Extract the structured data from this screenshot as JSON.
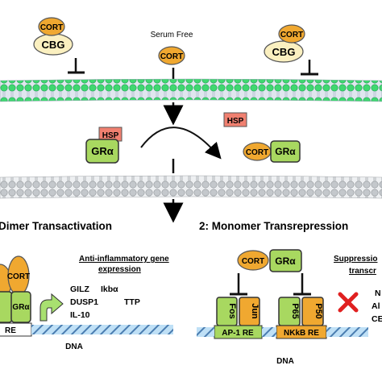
{
  "top": {
    "serum_free_label": "Serum Free",
    "left_complex": {
      "cort": "CORT",
      "cbg": "CBG"
    },
    "center_cort": "CORT",
    "right_complex": {
      "cort": "CORT",
      "cbg": "CBG"
    }
  },
  "cytoplasm": {
    "gr_label": "GRα",
    "hsp_label": "HSP",
    "hsp_free_label": "HSP",
    "product_cort": "CORT",
    "product_gr": "GRα"
  },
  "section1": {
    "title": "Dimer Transactivation",
    "cort": "CORT",
    "gr": "GRα",
    "gre": "RE",
    "gene_heading_1": "Anti-inflammatory gene",
    "gene_heading_2": "expression",
    "genes": [
      "GILZ",
      "Ikbα",
      "DUSP1",
      "TTP",
      "IL-10"
    ],
    "dna": "DNA"
  },
  "section2": {
    "title": "2: Monomer Transrepression",
    "cort": "CORT",
    "gr": "GRα",
    "fos": "Fos",
    "jun": "Jun",
    "p65": "P65",
    "p50": "P50",
    "ap1_re": "AP-1 RE",
    "nfkb_re": "NKkB RE",
    "dna": "DNA"
  },
  "section3": {
    "heading_1": "Suppressio",
    "heading_2": "transcr",
    "genes": [
      "N",
      "Al",
      "CE"
    ]
  },
  "colors": {
    "cort_orange": "#f0a830",
    "cbg_cream": "#fbf0c0",
    "gr_green": "#a8d860",
    "hsp_red": "#f08070",
    "dna_blue": "#a8d4f0",
    "membrane_green": "#40d870",
    "x_red": "#e02020",
    "arrow_green": "#a8e070"
  }
}
